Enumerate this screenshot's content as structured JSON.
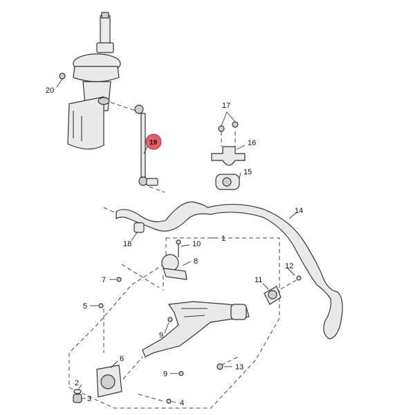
{
  "diagram": {
    "highlighted_part": "19",
    "callouts": [
      {
        "id": "c1",
        "label": "1"
      },
      {
        "id": "c2",
        "label": "2"
      },
      {
        "id": "c3",
        "label": "3"
      },
      {
        "id": "c4",
        "label": "4"
      },
      {
        "id": "c5",
        "label": "5"
      },
      {
        "id": "c6",
        "label": "6"
      },
      {
        "id": "c7",
        "label": "7"
      },
      {
        "id": "c8",
        "label": "8"
      },
      {
        "id": "c9a",
        "label": "9"
      },
      {
        "id": "c9b",
        "label": "9"
      },
      {
        "id": "c10",
        "label": "10"
      },
      {
        "id": "c11",
        "label": "11"
      },
      {
        "id": "c12",
        "label": "12"
      },
      {
        "id": "c13",
        "label": "13"
      },
      {
        "id": "c14",
        "label": "14"
      },
      {
        "id": "c15",
        "label": "15"
      },
      {
        "id": "c16",
        "label": "16"
      },
      {
        "id": "c17",
        "label": "17"
      },
      {
        "id": "c18",
        "label": "18"
      },
      {
        "id": "c19",
        "label": "19"
      },
      {
        "id": "c20",
        "label": "20"
      }
    ],
    "colors": {
      "highlight": "#e6606a",
      "ink": "#333333"
    }
  }
}
